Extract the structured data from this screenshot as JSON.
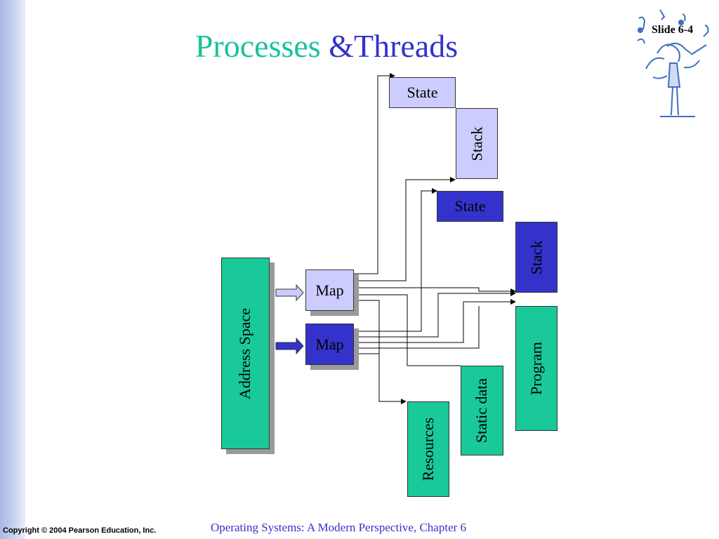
{
  "slide": {
    "title_part1": "Processes",
    "title_part2": "&Threads",
    "slide_number": "Slide 6-4"
  },
  "diagram": {
    "address_space": "Address Space",
    "map_light": "Map",
    "map_dark": "Map",
    "state_light": "State",
    "stack_light": "Stack",
    "state_dark": "State",
    "stack_dark": "Stack",
    "program": "Program",
    "static_data": "Static data",
    "resources": "Resources"
  },
  "footer": {
    "copyright": "Copyright © 2004 Pearson Education, Inc.",
    "book": "Operating Systems: A Modern Perspective, Chapter 6"
  },
  "colors": {
    "title_green": "#19c39a",
    "title_blue": "#3333cc",
    "light_box": "#ccccff",
    "dark_box": "#3333cc",
    "green_box": "#19c999"
  },
  "icons": {
    "clipart": "music-conductor-icon"
  }
}
